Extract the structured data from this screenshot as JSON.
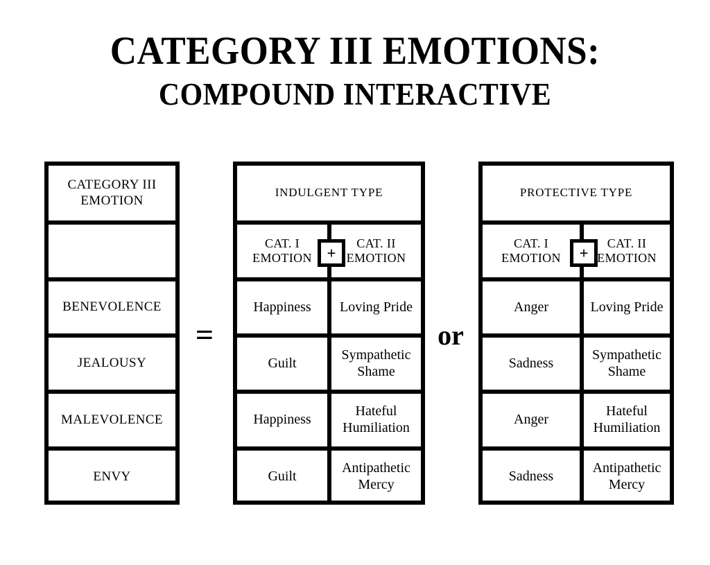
{
  "title": {
    "main": "CATEGORY III EMOTIONS:",
    "sub": "COMPOUND INTERACTIVE"
  },
  "connectors": {
    "equals": "=",
    "or": "or",
    "plus": "+"
  },
  "category3_table": {
    "header": "CATEGORY III EMOTION",
    "header_line1": "CATEGORY III",
    "header_line2": "EMOTION",
    "rows": [
      {
        "label": ""
      },
      {
        "label": "BENEVOLENCE"
      },
      {
        "label": "JEALOUSY"
      },
      {
        "label": "MALEVOLENCE"
      },
      {
        "label": "ENVY"
      }
    ]
  },
  "indulgent_table": {
    "header": "INDULGENT TYPE",
    "col1_header_line1": "CAT. I",
    "col1_header_line2": "EMOTION",
    "col2_header_line1": "CAT. II",
    "col2_header_line2": "EMOTION",
    "rows": [
      {
        "cat1": "Happiness",
        "cat2": "Loving Pride"
      },
      {
        "cat1": "Guilt",
        "cat2": "Sympathetic Shame"
      },
      {
        "cat1": "Happiness",
        "cat2": "Hateful Humiliation"
      },
      {
        "cat1": "Guilt",
        "cat2": "Antipathetic Mercy"
      }
    ]
  },
  "protective_table": {
    "header": "PROTECTIVE TYPE",
    "col1_header_line1": "CAT. I",
    "col1_header_line2": "EMOTION",
    "col2_header_line1": "CAT. II",
    "col2_header_line2": "EMOTION",
    "rows": [
      {
        "cat1": "Anger",
        "cat2": "Loving Pride"
      },
      {
        "cat1": "Sadness",
        "cat2": "Sympathetic Shame"
      },
      {
        "cat1": "Anger",
        "cat2": "Hateful Humiliation"
      },
      {
        "cat1": "Sadness",
        "cat2": "Antipathetic Mercy"
      }
    ]
  },
  "colors": {
    "ink": "#000000",
    "paper": "#ffffff"
  }
}
